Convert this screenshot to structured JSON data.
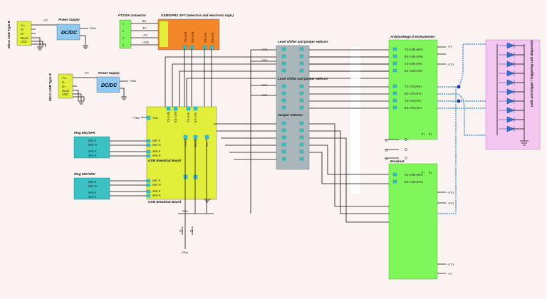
{
  "usb_blocks": [
    {
      "title": "Micro USB Type B",
      "pins": [
        "Vcc",
        "D-",
        "D+",
        "Shield",
        "GND",
        "GND"
      ],
      "rail": "+5V"
    },
    {
      "title": "Micro USB Type B",
      "pins": [
        "Vcc",
        "D-",
        "D+",
        "Shield",
        "GND",
        "GND"
      ],
      "rail": "+5V"
    }
  ],
  "power_supply": {
    "title": "Power Supply",
    "label": "DC/DC",
    "out": "+Vbat"
  },
  "ft_connector": {
    "title": "FT230X connector",
    "pins": [
      "1",
      "2",
      "3",
      "4"
    ],
    "signals": [
      "RX",
      "TX",
      "+5V",
      "GND"
    ]
  },
  "spy_block": {
    "title": "GSM/GPRS SPY (selectors and electronic logic)",
    "pins": [
      "TX-GSM",
      "RX-GSM",
      "TX-GPS",
      "RX-GPS"
    ]
  },
  "gsm_board": {
    "title": "GSM BreakOut Board",
    "top_pins": [
      "TX-GSM",
      "RX-GSM",
      "TX-GPS",
      "RX-GPS"
    ],
    "vbat": "Vbat",
    "vbat_label": "+Vbat",
    "left_pins": [
      "MIC-P",
      "MIC-N",
      "SPK-P",
      "SPK-N"
    ],
    "bottom_pins": [
      "GPIO",
      "ON/OFF",
      "RESET",
      "Vio"
    ]
  },
  "plugs": [
    {
      "title": "Plug MIC/SPK",
      "pins": [
        "MIC-P",
        "MIC-N",
        "SPK-P",
        "SPK-N"
      ]
    },
    {
      "title": "Plug MIC/SPK",
      "pins": [
        "MIC-P",
        "MIC-N",
        "SPK-P",
        "SPK-N"
      ]
    }
  ],
  "level_shifters": [
    {
      "title": "Level shifter and jumper selector",
      "rail": "+3V3"
    },
    {
      "title": "Level shifter and jumper selector",
      "rail": "+3V3"
    }
  ],
  "jumper_selector": {
    "title": "Jumper Selector"
  },
  "arduino": {
    "title": "ArduinoMega Ili Instrumenter",
    "pins": [
      "TX-GSM (HW)",
      "RX-GSM (HW)",
      "TX-GSM (SW)",
      "RX-GSM (SW)",
      "TX-GPS (HW)",
      "RX-GPS (HW)",
      "TX-GPS (SW)",
      "RX-GPS (SW)"
    ],
    "rails": [
      "+5V",
      "+3V3"
    ]
  },
  "second_board": {
    "title": "Breakout",
    "pins": [
      "TX-GSM (HW)",
      "RX-GSM (HW)"
    ],
    "rails": [
      "+3V3",
      "+5V"
    ]
  },
  "leds": {
    "title": "Leds and trigger / triggering LED diagnostic",
    "count": 10
  },
  "switches": [
    "P1",
    "P2",
    "P3"
  ],
  "colors": {
    "green": "#7ff75a",
    "orange": "#f4862a",
    "yellow": "#e2ef3a",
    "grey": "#a9b7ba",
    "teal": "#3bc1c4",
    "pink": "#f3c7f0",
    "blue": "#8fc9f2"
  }
}
